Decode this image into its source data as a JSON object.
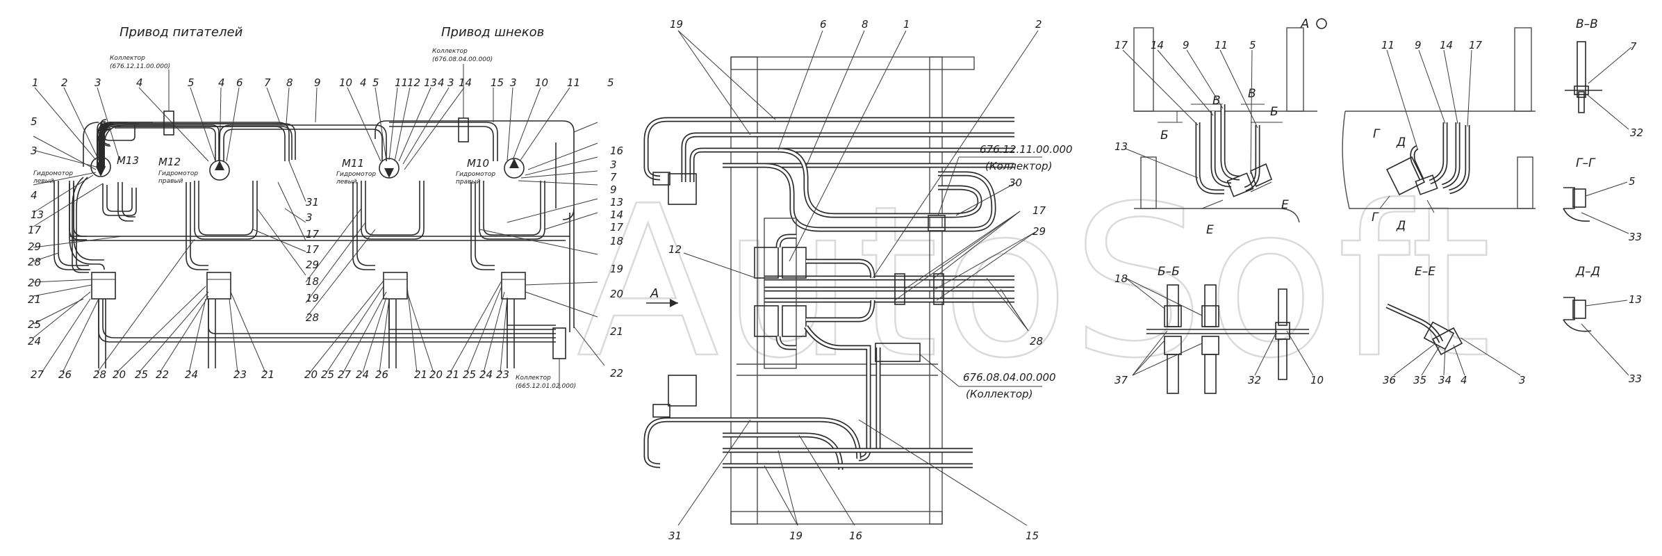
{
  "watermark": "AutoSoft",
  "left_panel": {
    "title_feeders": "Привод питателей",
    "title_augers": "Привод шнеков",
    "collector_label_1": "Коллектор",
    "collector_code_1": "(676.12.11.00.000)",
    "collector_label_2": "Коллектор",
    "collector_code_2": "(676.08.04.00.000)",
    "collector_label_3": "Коллектор",
    "collector_code_3": "(665.12.01.02.000)",
    "motors": [
      {
        "id": "M13",
        "desc_1": "Гидромотор",
        "desc_2": "левый"
      },
      {
        "id": "M12",
        "desc_1": "Гидромотор",
        "desc_2": "правый"
      },
      {
        "id": "M11",
        "desc_1": "Гидромотор",
        "desc_2": "левый"
      },
      {
        "id": "M10",
        "desc_1": "Гидромотор",
        "desc_2": "правый"
      }
    ],
    "top_numbers": [
      "1",
      "2",
      "3",
      "4",
      "5",
      "4",
      "6",
      "7",
      "8",
      "9",
      "10",
      "4",
      "5",
      "11",
      "12",
      "13",
      "4",
      "3",
      "14",
      "15",
      "3",
      "10",
      "11",
      "5"
    ],
    "right_numbers": [
      "16",
      "3",
      "7",
      "9",
      "13",
      "14",
      "17",
      "18",
      "19",
      "20",
      "21",
      "22"
    ],
    "left_numbers": [
      "5",
      "3",
      "4",
      "13",
      "17",
      "29",
      "28",
      "20",
      "21",
      "25",
      "24"
    ],
    "bottom_numbers": [
      "27",
      "26",
      "28",
      "20",
      "25",
      "22",
      "24",
      "23",
      "21",
      "20",
      "25",
      "27",
      "24",
      "26",
      "21",
      "20",
      "21",
      "25",
      "24",
      "23"
    ],
    "mid_numbers": [
      "31",
      "3",
      "17",
      "29",
      "28",
      "18",
      "19",
      "17"
    ]
  },
  "middle_panel": {
    "arrow_label": "А",
    "collector_code_top": "676.12.11.00.000",
    "collector_caption_top": "(Коллектор)",
    "collector_code_bottom": "676.08.04.00.000",
    "collector_caption_bottom": "(Коллектор)",
    "numbers_top": [
      "19",
      "6",
      "8",
      "1",
      "2"
    ],
    "numbers_right": [
      "30",
      "17",
      "29",
      "28"
    ],
    "numbers_left": [
      "12"
    ],
    "numbers_bottom": [
      "31",
      "19",
      "16",
      "15"
    ]
  },
  "right_panel": {
    "view_a": "А",
    "view_a_numbers": [
      "17",
      "14",
      "9",
      "11",
      "5",
      "13"
    ],
    "view_a2_numbers": [
      "11",
      "9",
      "14",
      "17"
    ],
    "cut_b": "Б",
    "cut_v": "В",
    "cut_g": "Г",
    "cut_d": "Д",
    "cut_e": "Е",
    "section_vv": "В–В",
    "section_vv_numbers": [
      "7",
      "32"
    ],
    "section_gg": "Г–Г",
    "section_gg_numbers": [
      "5",
      "33"
    ],
    "section_dd": "Д–Д",
    "section_dd_numbers": [
      "13",
      "33"
    ],
    "section_bb": "Б–Б",
    "section_bb_numbers": [
      "18",
      "37",
      "32",
      "10"
    ],
    "section_ee": "Е–Е",
    "section_ee_numbers": [
      "36",
      "35",
      "34",
      "4",
      "3"
    ]
  }
}
